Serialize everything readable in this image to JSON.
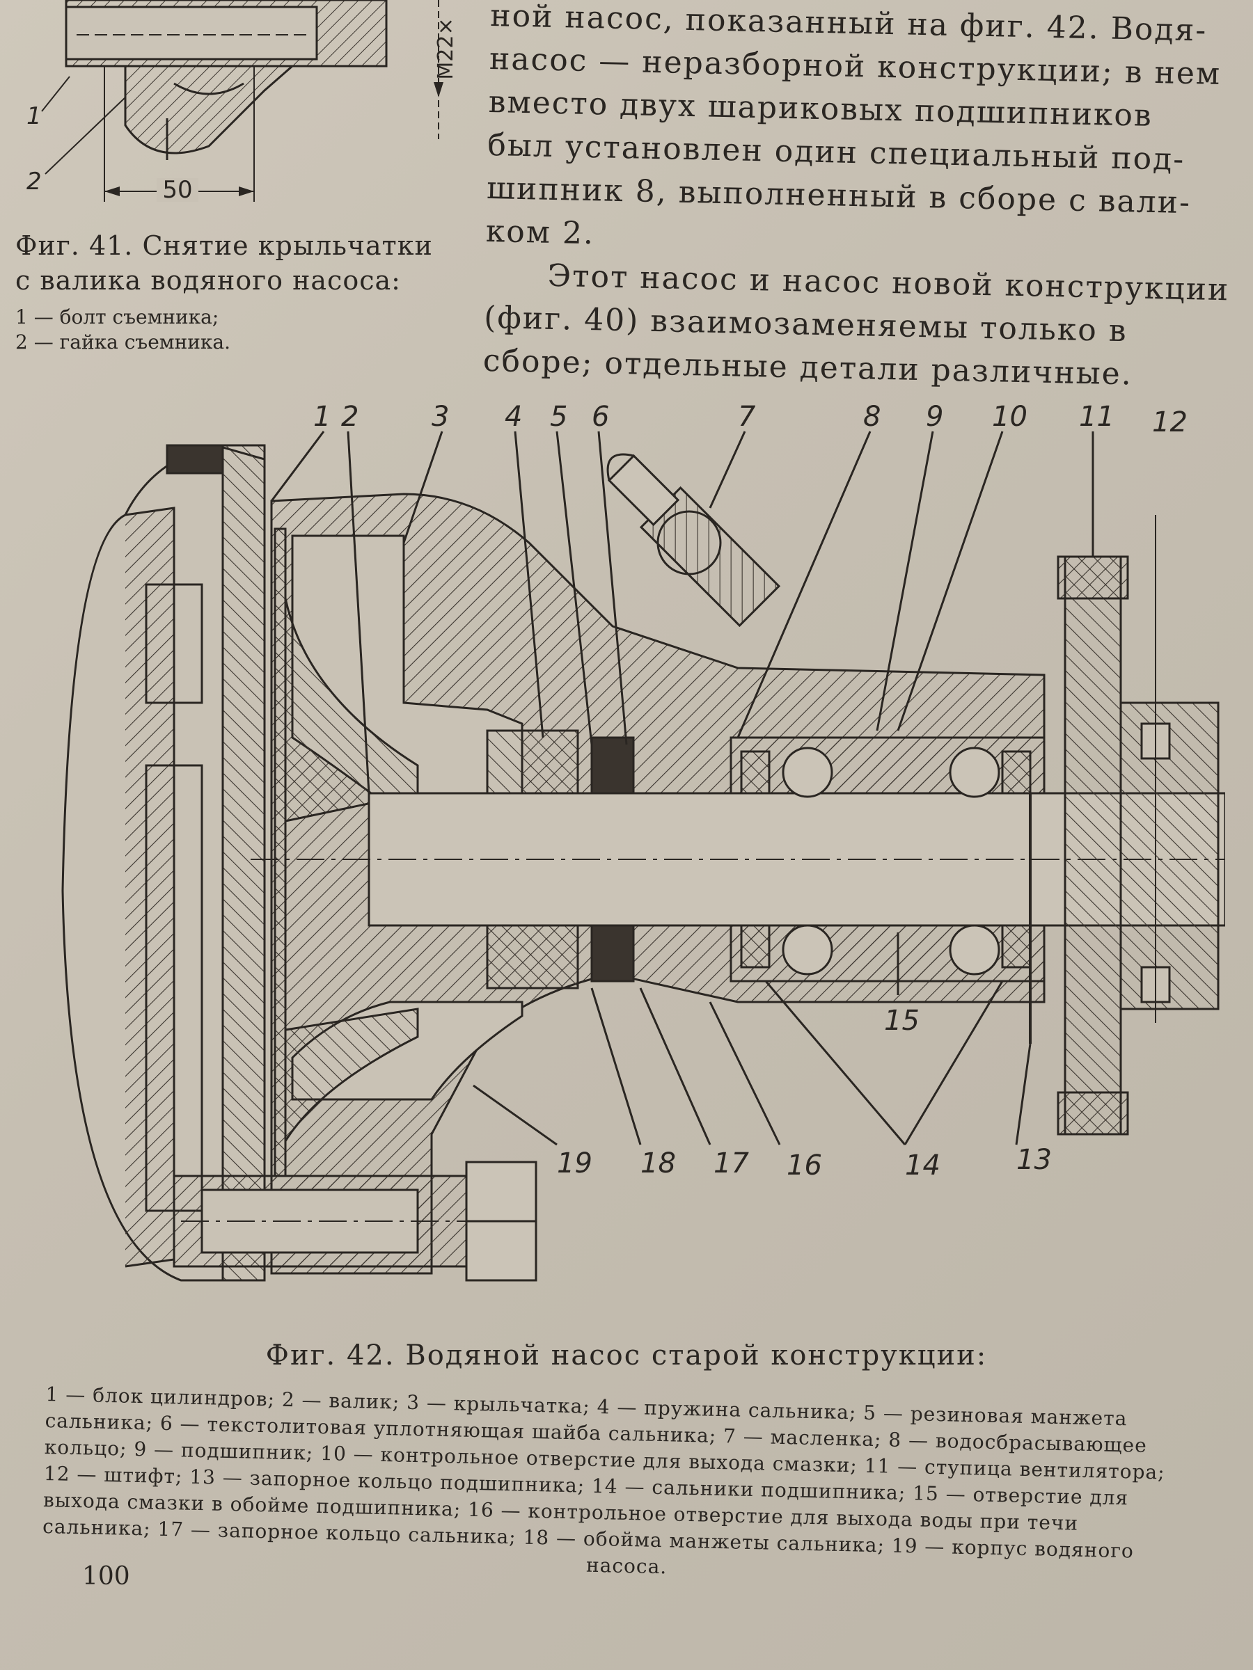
{
  "fig41": {
    "dimension_label": "М22×",
    "dimension_50": "50",
    "callouts": [
      "1",
      "2"
    ],
    "title_line1": "Фиг. 41. Снятие крыльчатки",
    "title_line2": "с валика водяного насоса:",
    "legend": [
      "1 — болт съемника;",
      "2 — гайка съемника."
    ]
  },
  "body_text": {
    "lines": [
      "ной насос, показанный на фиг. 42. Водя-",
      "насос — неразборной конструкции; в нем",
      "вместо двух шариковых подшипников",
      "был установлен один специальный под-",
      "шипник 8, выполненный в сборе с вали-",
      "ком 2."
    ],
    "paragraph2": [
      "Этот насос и насос новой конструкции",
      "(фиг. 40) взаимозаменяемы только в",
      "сборе; отдельные детали различные."
    ]
  },
  "fig42": {
    "callouts_top": [
      "1",
      "2",
      "3",
      "4",
      "5",
      "6",
      "7",
      "8",
      "9",
      "10",
      "11",
      "12"
    ],
    "callouts_bottom": [
      "19",
      "18",
      "17",
      "16",
      "14",
      "13"
    ],
    "callout_15": "15",
    "title": "Фиг. 42. Водяной насос старой конструкции:",
    "legend_lines": [
      "1 — блок цилиндров; 2 — валик; 3 — крыльчатка; 4 — пружина сальника; 5 — резиновая манжета",
      "сальника; 6 — текстолитовая уплотняющая шайба сальника; 7 — масленка; 8 — водосбрасывающее",
      "кольцо; 9 — подшипник; 10 — контрольное отверстие для выхода смазки; 11 — ступица вентилятора;",
      "12 — штифт; 13 — запорное кольцо подшипника; 14 — сальники подшипника; 15 — отверстие для",
      "выхода смазки в обойме подшипника; 16 — контрольное отверстие для выхода воды при течи",
      "сальника; 17 — запорное кольцо сальника; 18 — обойма манжеты сальника; 19 — корпус водяного",
      "насоса."
    ]
  },
  "page_number": "100"
}
